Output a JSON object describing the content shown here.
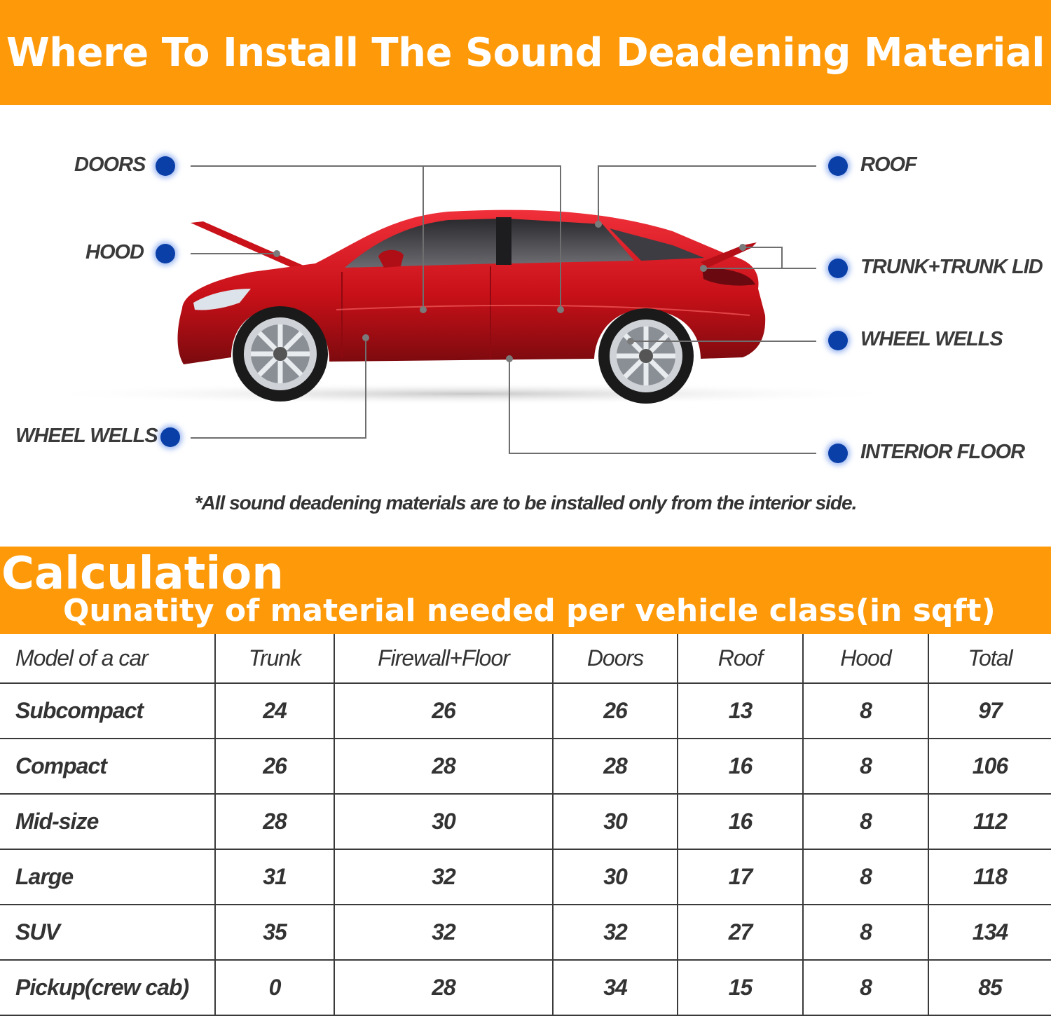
{
  "header": {
    "title": "Where To Install The Sound Deadening Material"
  },
  "diagram": {
    "labels": {
      "doors": "DOORS",
      "hood": "HOOD",
      "wheel_wells_left": "WHEEL WELLS",
      "roof": "ROOF",
      "trunk": "TRUNK+TRUNK LID",
      "wheel_wells_right": "WHEEL WELLS",
      "interior_floor": "INTERIOR FLOOR"
    },
    "footnote": "*All sound deadening materials are to be installed only from the interior side.",
    "car_color": "#d9141c",
    "dot_color": "#0a3fa8"
  },
  "calculation": {
    "title": "Calculation",
    "subtitle": "Qunatity of material needed per vehicle class(in sqft)"
  },
  "table": {
    "headers": [
      "Model of a car",
      "Trunk",
      "Firewall+Floor",
      "Doors",
      "Roof",
      "Hood",
      "Total"
    ],
    "rows": [
      [
        "Subcompact",
        "24",
        "26",
        "26",
        "13",
        "8",
        "97"
      ],
      [
        "Compact",
        "26",
        "28",
        "28",
        "16",
        "8",
        "106"
      ],
      [
        "Mid-size",
        "28",
        "30",
        "30",
        "16",
        "8",
        "112"
      ],
      [
        "Large",
        "31",
        "32",
        "30",
        "17",
        "8",
        "118"
      ],
      [
        "SUV",
        "35",
        "32",
        "32",
        "27",
        "8",
        "134"
      ],
      [
        "Pickup(crew cab)",
        "0",
        "28",
        "34",
        "15",
        "8",
        "85"
      ]
    ]
  },
  "colors": {
    "banner": "#fe9a0a",
    "text": "#333333"
  }
}
